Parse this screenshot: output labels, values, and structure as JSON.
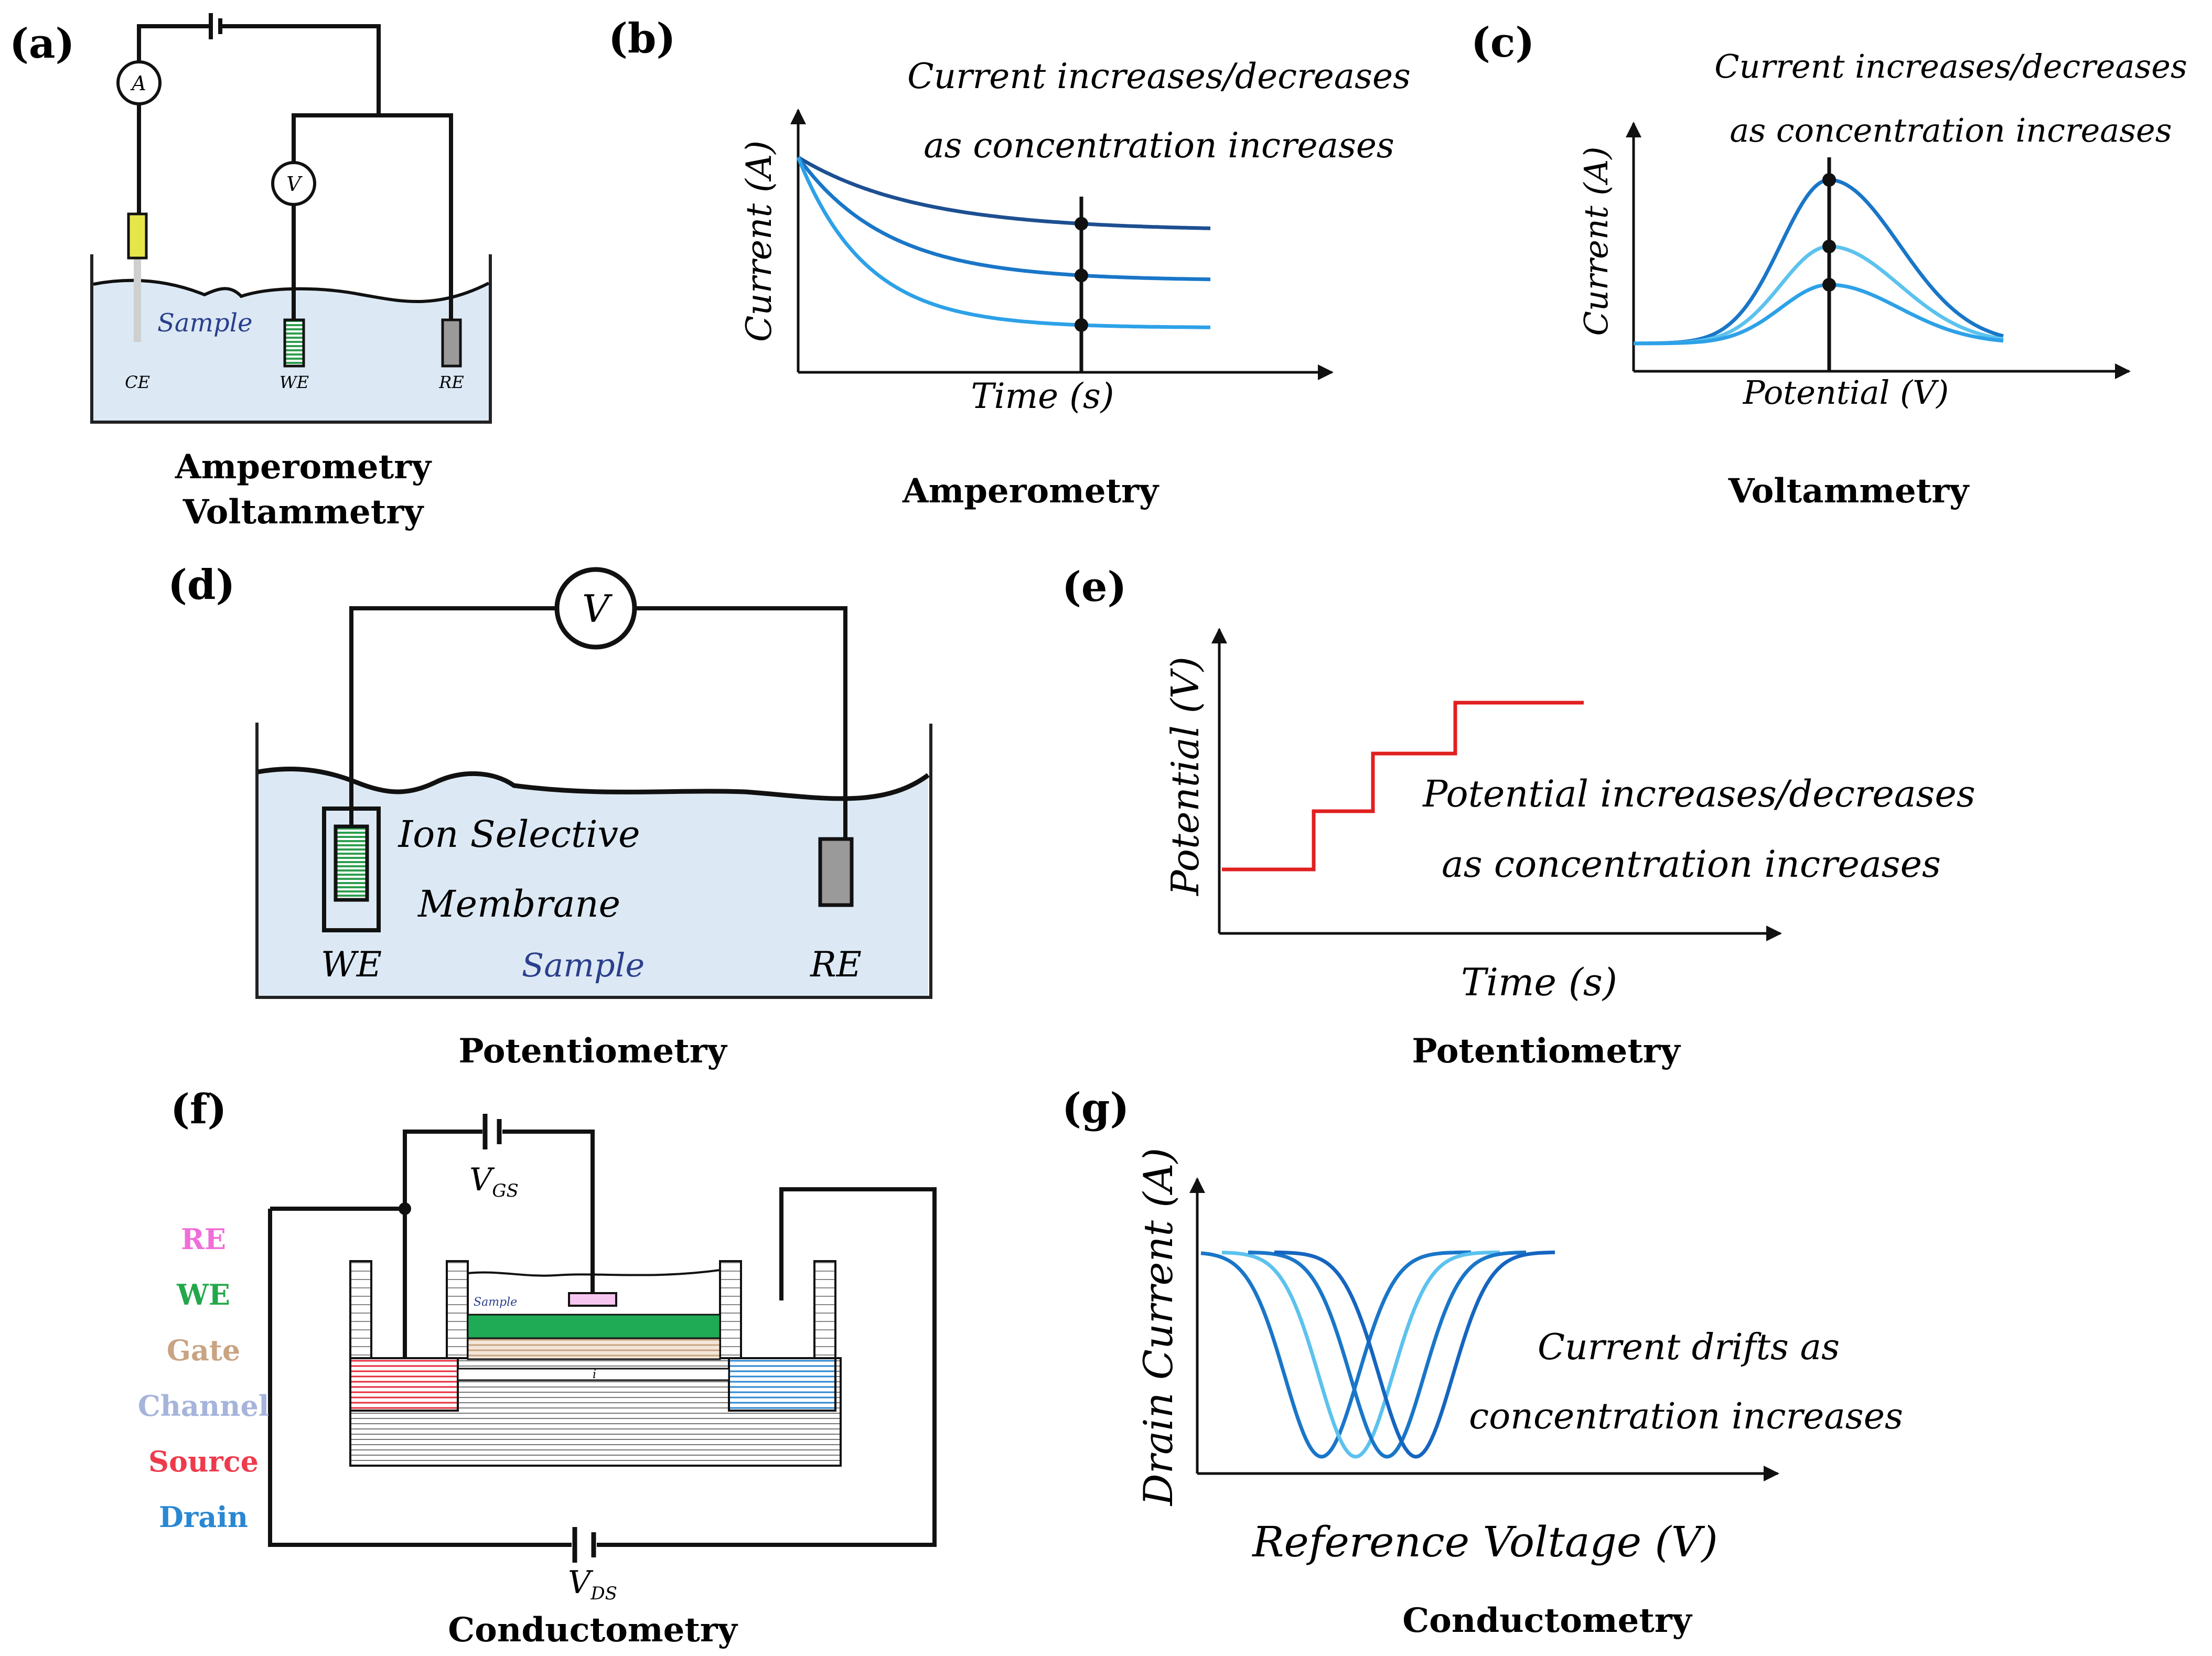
{
  "colors": {
    "liquid": "#dce9f5",
    "dark_blue": "#1d4f91",
    "mid_blue": "#1976c8",
    "light_blue": "#2da1e8",
    "pale_blue": "#5cc2ee",
    "step_red": "#e02020",
    "we_green": "#2e9e4e",
    "ce_yellow": "#e6e64a",
    "re_gray": "#9a9a9a",
    "legend_re": "#f06ed8",
    "legend_we": "#22a84a",
    "legend_gate": "#c8a482",
    "legend_channel": "#a6b4dc",
    "legend_source": "#ee3b4c",
    "legend_drain": "#2a87d2"
  },
  "panel_a": {
    "label": "(a)",
    "ammeter": "A",
    "voltmeter": "V",
    "sample": "Sample",
    "ce": "CE",
    "we": "WE",
    "re": "RE",
    "caption_line1": "Amperometry",
    "caption_line2": "Voltammetry"
  },
  "panel_b": {
    "label": "(b)",
    "annotation_line1": "Current increases/decreases",
    "annotation_line2": "as concentration increases",
    "ylabel": "Current (A)",
    "xlabel": "Time (s)",
    "caption": "Amperometry"
  },
  "panel_c": {
    "label": "(c)",
    "annotation_line1": "Current increases/decreases",
    "annotation_line2": "as concentration increases",
    "ylabel": "Current (A)",
    "xlabel": "Potential (V)",
    "caption": "Voltammetry"
  },
  "panel_d": {
    "label": "(d)",
    "voltmeter": "V",
    "membrane_line1": "Ion Selective",
    "membrane_line2": "Membrane",
    "we": "WE",
    "sample": "Sample",
    "re": "RE",
    "caption": "Potentiometry"
  },
  "panel_e": {
    "label": "(e)",
    "ylabel": "Potential (V)",
    "xlabel": "Time (s)",
    "annotation_line1": "Potential increases/decreases",
    "annotation_line2": "as concentration increases",
    "caption": "Potentiometry"
  },
  "panel_f": {
    "label": "(f)",
    "vgs": "VGS",
    "vds": "VDS",
    "sample": "Sample",
    "channel_mark": "i",
    "legend": [
      "RE",
      "WE",
      "Gate",
      "Channel",
      "Source",
      "Drain"
    ],
    "caption": "Conductometry"
  },
  "panel_g": {
    "label": "(g)",
    "ylabel": "Drain Current (A)",
    "xlabel": "Reference Voltage (V)",
    "annotation_line1": "Current drifts as",
    "annotation_line2": "concentration increases",
    "caption": "Conductometry"
  }
}
